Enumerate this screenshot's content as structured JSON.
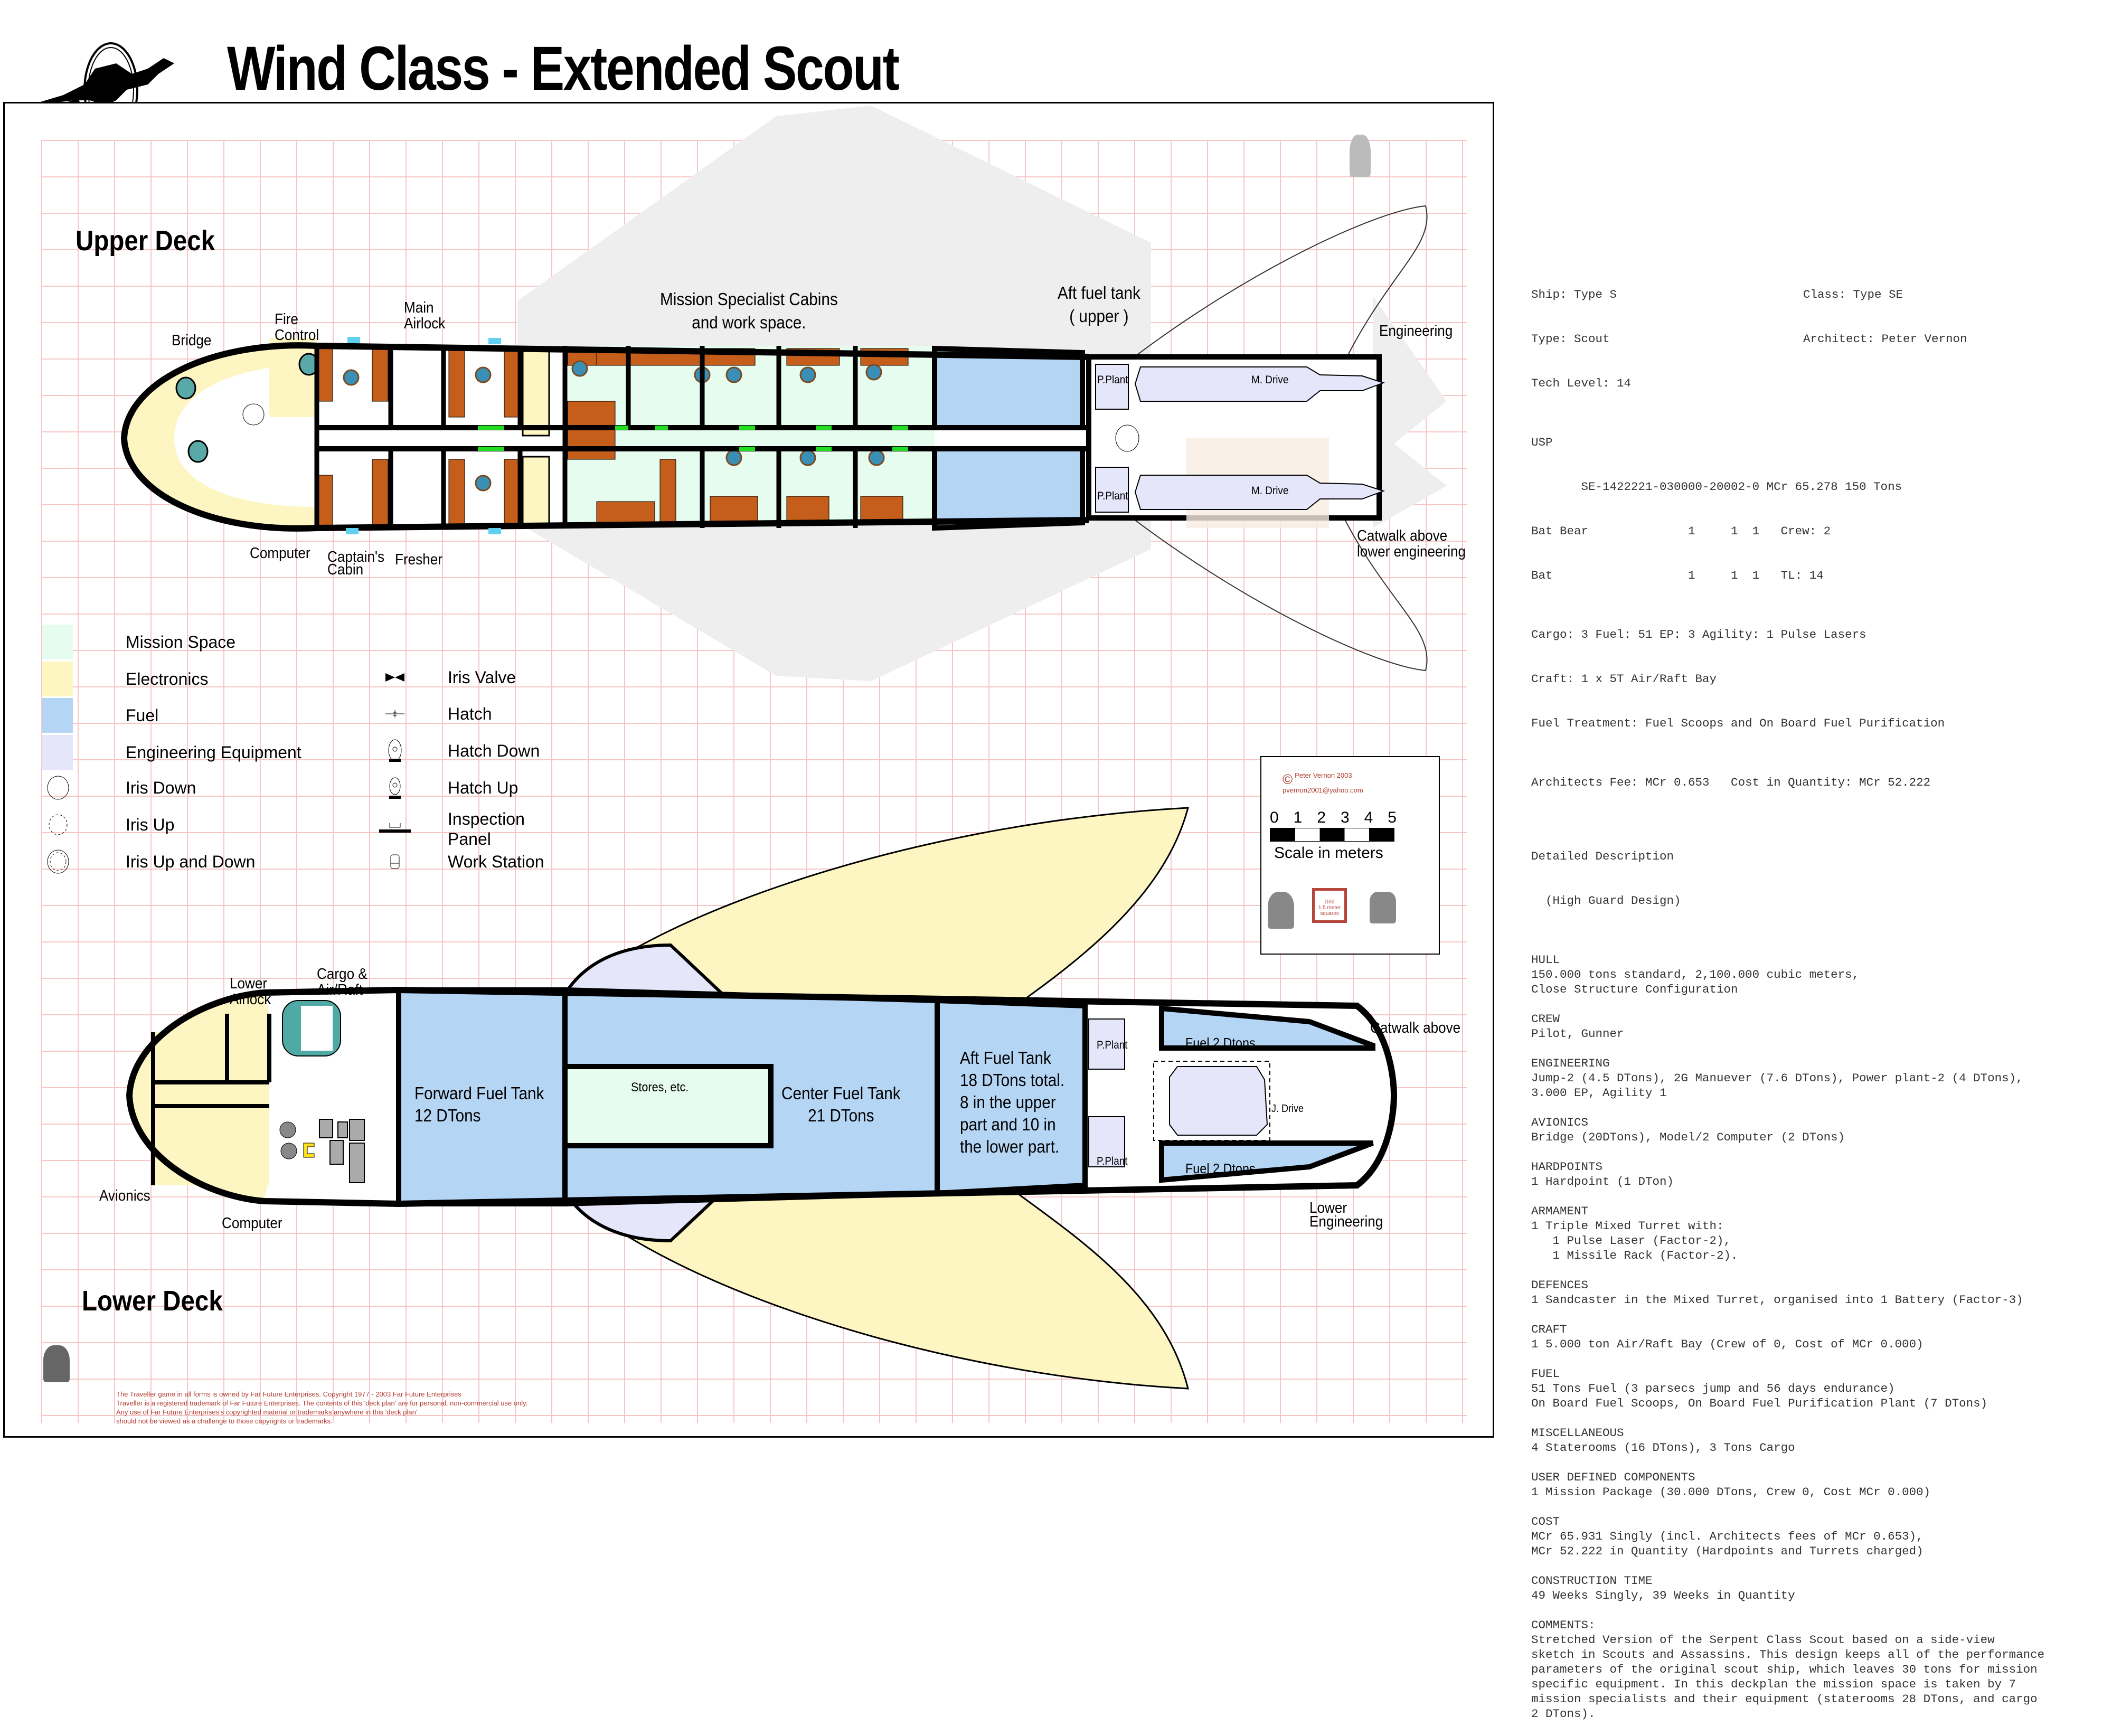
{
  "header": {
    "title": "Wind Class - Extended Scout",
    "logo_icon": "dragon-rider-logo-icon"
  },
  "upper_deck": {
    "label": "Upper Deck",
    "rooms": {
      "bridge": "Bridge",
      "fire_control": [
        "Fire",
        "Control"
      ],
      "main_airlock": [
        "Main",
        "Airlock"
      ],
      "mission_cabins": [
        "Mission Specialist Cabins",
        "and work space."
      ],
      "aft_fuel_tank": [
        "Aft fuel tank",
        "( upper )"
      ],
      "engineering": "Engineering",
      "p_plant_top": "P.Plant",
      "p_plant_bottom": "P.Plant",
      "m_drive_top": "M. Drive",
      "m_drive_bottom": "M. Drive",
      "catwalk": [
        "Catwalk above",
        "lower engineering"
      ],
      "computer": "Computer",
      "captains_cabin": [
        "Captain's",
        "Cabin"
      ],
      "fresher": "Fresher"
    }
  },
  "lower_deck": {
    "label": "Lower Deck",
    "rooms": {
      "lower_airlock": [
        "Lower",
        "Airlock"
      ],
      "cargo": [
        "Cargo &",
        "Air/Raft"
      ],
      "forward_fuel": [
        "Forward Fuel Tank",
        "12 DTons"
      ],
      "stores": "Stores, etc.",
      "center_fuel": [
        "Center Fuel Tank",
        "21 DTons"
      ],
      "aft_fuel": [
        "Aft Fuel Tank",
        "18 DTons total.",
        "8 in the upper",
        "part and 10 in",
        "the lower part."
      ],
      "p_plant_top": "P.Plant",
      "p_plant_bottom": "P.Plant",
      "fuel_top": "Fuel 2 Dtons",
      "fuel_bottom": "Fuel 2 Dtons",
      "j_drive": "J. Drive",
      "catwalk": "Catwalk above",
      "lower_engineering": [
        "Lower",
        "Engineering"
      ],
      "avionics": "Avionics",
      "computer": "Computer"
    }
  },
  "legend": {
    "colors": [
      {
        "label": "Mission Space",
        "color": "#e6fcee"
      },
      {
        "label": "Electronics",
        "color": "#fdf6c3"
      },
      {
        "label": "Fuel",
        "color": "#b5d5f5"
      },
      {
        "label": "Engineering Equipment",
        "color": "#e6e6fb"
      }
    ],
    "irises": [
      {
        "label": "Iris Down",
        "icon": "iris-down-icon"
      },
      {
        "label": "Iris Up",
        "icon": "iris-up-icon"
      },
      {
        "label": "Iris Up and Down",
        "icon": "iris-up-down-icon"
      }
    ],
    "symbols": [
      {
        "label": "Iris Valve",
        "icon": "iris-valve-icon"
      },
      {
        "label": "Hatch",
        "icon": "hatch-icon"
      },
      {
        "label": "Hatch Down",
        "icon": "hatch-down-icon"
      },
      {
        "label": "Hatch Up",
        "icon": "hatch-up-icon"
      },
      {
        "label": "Inspection Panel",
        "label_lines": [
          "Inspection",
          "Panel"
        ],
        "icon": "inspection-panel-icon"
      },
      {
        "label": "Work Station",
        "icon": "work-station-icon"
      }
    ]
  },
  "scale_box": {
    "copyright": "Peter Vernon 2003",
    "email": "pvernon2001@yahoo.com",
    "ticks": [
      "0",
      "1",
      "2",
      "3",
      "4",
      "5"
    ],
    "caption": "Scale in meters",
    "grid_note": [
      "Grid",
      "1.5 meter",
      "squares"
    ]
  },
  "specs": {
    "ship": "Ship: Type S",
    "class": "Class: Type SE",
    "type": "Type: Scout",
    "architect": "Architect: Peter Vernon",
    "tech_level": "Tech Level: 14",
    "usp_heading": "USP",
    "usp_line": "       SE-1422221-030000-20002-0 MCr 65.278 150 Tons",
    "bat_bear": "Bat Bear              1     1  1   Crew: 2",
    "bat": "Bat                   1     1  1   TL: 14",
    "cargo_line": "Cargo: 3 Fuel: 51 EP: 3 Agility: 1 Pulse Lasers",
    "craft_line": "Craft: 1 x 5T Air/Raft Bay",
    "fuel_treatment": "Fuel Treatment: Fuel Scoops and On Board Fuel Purification",
    "fees": "Architects Fee: MCr 0.653   Cost in Quantity: MCr 52.222",
    "detailed": [
      "Detailed Description",
      "  (High Guard Design)"
    ],
    "sections": [
      {
        "heading": "HULL",
        "lines": [
          "150.000 tons standard, 2,100.000 cubic meters,",
          "Close Structure Configuration"
        ]
      },
      {
        "heading": "CREW",
        "lines": [
          "Pilot, Gunner"
        ]
      },
      {
        "heading": "ENGINEERING",
        "lines": [
          "Jump-2 (4.5 DTons), 2G Manuever (7.6 DTons), Power plant-2 (4 DTons),",
          "3.000 EP, Agility 1"
        ]
      },
      {
        "heading": "AVIONICS",
        "lines": [
          "Bridge (20DTons), Model/2 Computer (2 DTons)"
        ]
      },
      {
        "heading": "HARDPOINTS",
        "lines": [
          "1 Hardpoint (1 DTon)"
        ]
      },
      {
        "heading": "ARMAMENT",
        "lines": [
          "1 Triple Mixed Turret with:",
          "   1 Pulse Laser (Factor-2),",
          "   1 Missile Rack (Factor-2)."
        ]
      },
      {
        "heading": "DEFENCES",
        "lines": [
          "1 Sandcaster in the Mixed Turret, organised into 1 Battery (Factor-3)"
        ]
      },
      {
        "heading": "CRAFT",
        "lines": [
          "1 5.000 ton Air/Raft Bay (Crew of 0, Cost of MCr 0.000)"
        ]
      },
      {
        "heading": "FUEL",
        "lines": [
          "51 Tons Fuel (3 parsecs jump and 56 days endurance)",
          "On Board Fuel Scoops, On Board Fuel Purification Plant (7 DTons)"
        ]
      },
      {
        "heading": "MISCELLANEOUS",
        "lines": [
          "4 Staterooms (16 DTons), 3 Tons Cargo"
        ]
      },
      {
        "heading": "USER DEFINED COMPONENTS",
        "lines": [
          "1 Mission Package (30.000 DTons, Crew 0, Cost MCr 0.000)"
        ]
      },
      {
        "heading": "COST",
        "lines": [
          "MCr 65.931 Singly (incl. Architects fees of MCr 0.653),",
          "MCr 52.222 in Quantity (Hardpoints and Turrets charged)"
        ]
      },
      {
        "heading": "CONSTRUCTION TIME",
        "lines": [
          "49 Weeks Singly, 39 Weeks in Quantity"
        ]
      },
      {
        "heading": "COMMENTS:",
        "lines": [
          "Stretched Version of the Serpent Class Scout based on a side-view",
          "sketch in Scouts and Assassins. This design keeps all of the performance",
          "parameters of the original scout ship, which leaves 30 tons for mission",
          "specific equipment. In this deckplan the mission space is taken by 7",
          "mission specialists and their equipment (staterooms 28 DTons, and cargo",
          "2 DTons)."
        ]
      }
    ]
  },
  "legal": [
    "The Traveller game in all forms is owned by Far Future Enterprises. Copyright 1977 - 2003 Far Future Enterprises",
    "Traveller is a registered trademark of Far Future Enterprises. The contents of this 'deck plan' are for personal, non-commercial use only.",
    "Any use of Far Future Enterprises's copyrighted material or trademarks anywhere in this 'deck plan'",
    "should not be viewed as a challenge to those copyrights or trademarks."
  ]
}
